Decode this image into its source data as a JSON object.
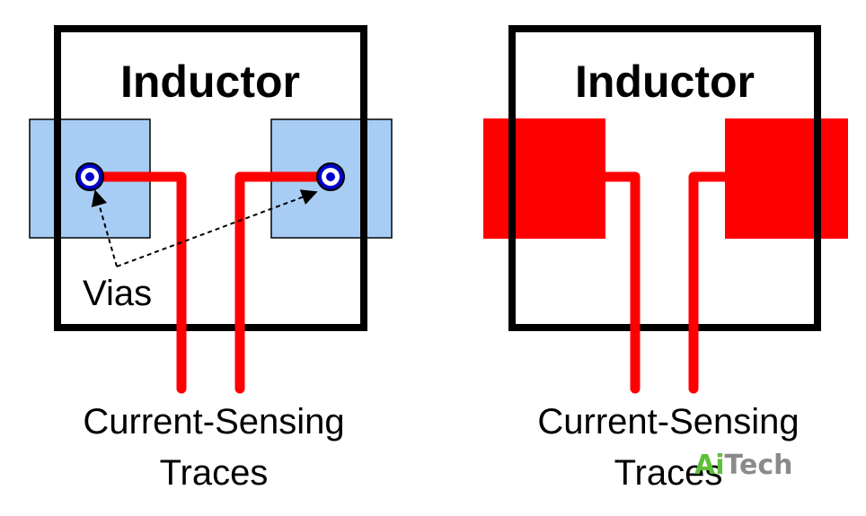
{
  "left_panel": {
    "title": "Inductor",
    "vias_label": "Vias",
    "caption_line1": "Current-Sensing",
    "caption_line2": "Traces"
  },
  "right_panel": {
    "title": "Inductor",
    "caption_line1": "Current-Sensing",
    "caption_line2": "Traces"
  },
  "watermark": {
    "part1": "Ai",
    "part2": "Tech"
  },
  "colors": {
    "outline": "#000000",
    "trace": "#ff0000",
    "pad_blue": "#a8cdf5",
    "pad_red": "#ff0000",
    "via_ring": "#0000cc",
    "watermark_green": "#5fbf3a",
    "watermark_gray": "#8a8a8a"
  }
}
